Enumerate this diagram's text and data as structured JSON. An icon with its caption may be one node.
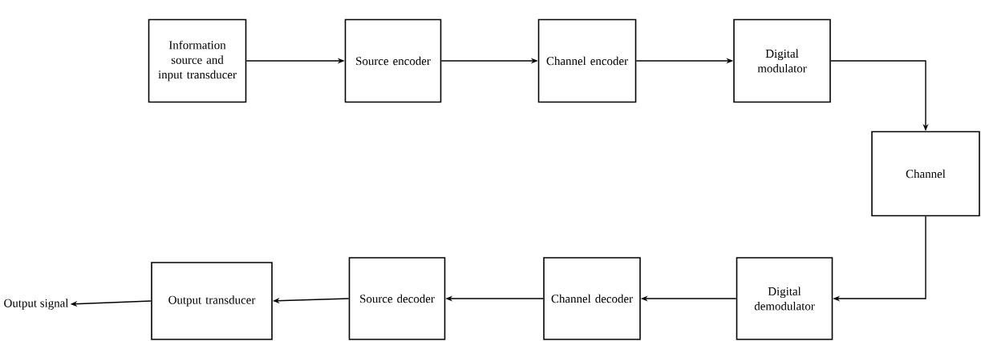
{
  "diagram": {
    "nodes": [
      {
        "text": [
          "Information source and input transducer"
        ]
      },
      {
        "text": [
          "Source encoder"
        ]
      },
      {
        "text": [
          "Channel encoder"
        ]
      },
      {
        "text": [
          "Digital modulator"
        ]
      },
      {
        "text": [
          "Channel"
        ]
      },
      {
        "text": [
          "Digital demodulator"
        ]
      },
      {
        "text": [
          "Channel decoder"
        ]
      },
      {
        "text": [
          "Source decoder"
        ]
      },
      {
        "text": [
          "Output transducer"
        ]
      },
      {
        "text": [
          "Output signal"
        ]
      }
    ],
    "edges": [
      {
        "from": 0,
        "to": 1,
        "arrow": "to"
      },
      {
        "from": 1,
        "to": 2,
        "arrow": "to"
      },
      {
        "from": 2,
        "to": 3,
        "arrow": "to"
      },
      {
        "from": 3,
        "to": 4,
        "arrow": "to"
      },
      {
        "from": 4,
        "to": 5,
        "arrow": "to"
      },
      {
        "from": 5,
        "to": 6,
        "arrow": "to"
      },
      {
        "from": 6,
        "to": 7,
        "arrow": "to"
      },
      {
        "from": 7,
        "to": 8,
        "arrow": "to"
      },
      {
        "from": 8,
        "to": 9,
        "arrow": "to"
      }
    ]
  }
}
